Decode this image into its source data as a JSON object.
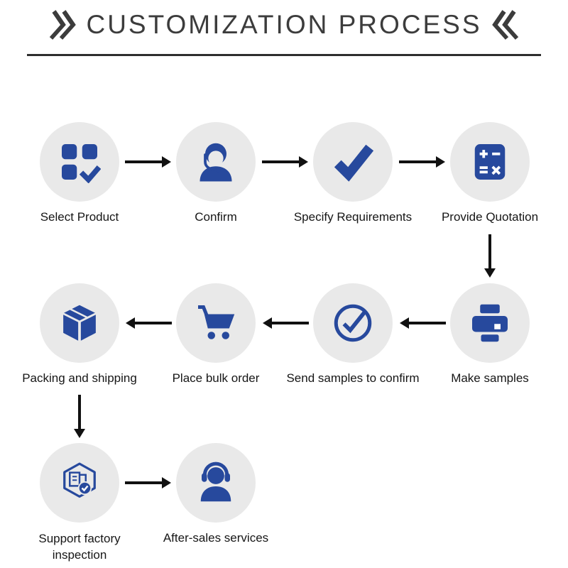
{
  "title": {
    "text": "CUSTOMIZATION PROCESS"
  },
  "colors": {
    "accent": "#27499D",
    "circle_bg": "#E9E9E9",
    "arrow": "#111111",
    "text": "#161616",
    "title_text": "#3C3C3C"
  },
  "steps": [
    {
      "label": "Select Product",
      "icon": "select-product-icon"
    },
    {
      "label": "Confirm",
      "icon": "customer-service-icon"
    },
    {
      "label": "Specify Requirements",
      "icon": "checkmark-icon"
    },
    {
      "label": "Provide Quotation",
      "icon": "calculator-icon"
    },
    {
      "label": "Make samples",
      "icon": "printer-icon"
    },
    {
      "label": "Send samples to confirm",
      "icon": "check-circle-icon"
    },
    {
      "label": "Place bulk order",
      "icon": "shopping-cart-icon"
    },
    {
      "label": "Packing and shipping",
      "icon": "package-box-icon"
    },
    {
      "label": "Support factory inspection",
      "icon": "factory-inspection-icon"
    },
    {
      "label": "After-sales services",
      "icon": "headset-icon"
    }
  ],
  "connections": [
    {
      "from": "Select Product",
      "to": "Confirm",
      "direction": "right"
    },
    {
      "from": "Confirm",
      "to": "Specify Requirements",
      "direction": "right"
    },
    {
      "from": "Specify Requirements",
      "to": "Provide Quotation",
      "direction": "right"
    },
    {
      "from": "Provide Quotation",
      "to": "Make samples",
      "direction": "down"
    },
    {
      "from": "Make samples",
      "to": "Send samples to confirm",
      "direction": "left"
    },
    {
      "from": "Send samples to confirm",
      "to": "Place bulk order",
      "direction": "left"
    },
    {
      "from": "Place bulk order",
      "to": "Packing and shipping",
      "direction": "left"
    },
    {
      "from": "Packing and shipping",
      "to": "Support factory inspection",
      "direction": "down"
    },
    {
      "from": "Support factory inspection",
      "to": "After-sales services",
      "direction": "right"
    }
  ]
}
